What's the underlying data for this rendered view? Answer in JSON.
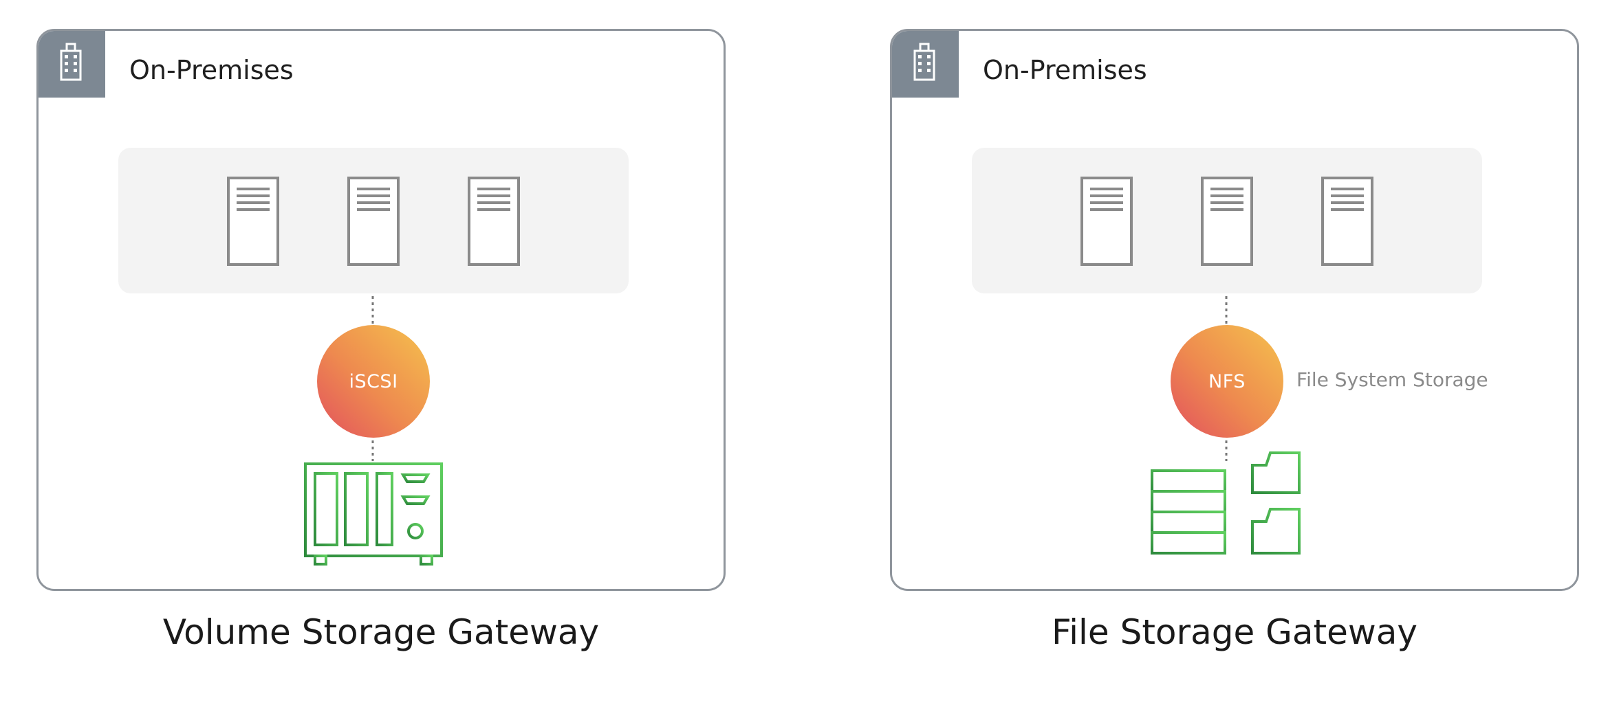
{
  "diagrams": [
    {
      "region_label": "On-Premises",
      "protocol": "iSCSI",
      "caption": "Volume Storage Gateway",
      "side_label": ""
    },
    {
      "region_label": "On-Premises",
      "protocol": "NFS",
      "caption": "File Storage Gateway",
      "side_label": "File System Storage"
    }
  ],
  "icons": {
    "corner": "building-icon",
    "server": "server-icon",
    "volume_device": "storage-array-icon",
    "file_device": "file-system-storage-icon"
  },
  "colors": {
    "border": "#8f959c",
    "corner_bg": "#7d8893",
    "rack_bg": "#f3f3f3",
    "server_stroke": "#8a8a8a",
    "gradient_start": "#e2515e",
    "gradient_end": "#f5c24d",
    "device_green": "#3fb34f"
  }
}
